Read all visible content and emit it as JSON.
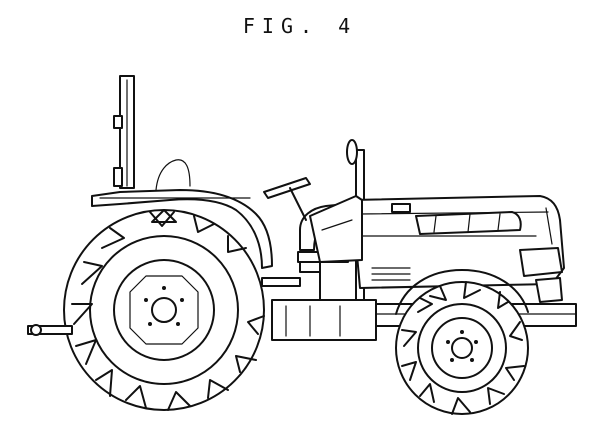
{
  "figure": {
    "label": "FIG. 4"
  },
  "drawing": {
    "subject": "tractor",
    "view": "side"
  }
}
